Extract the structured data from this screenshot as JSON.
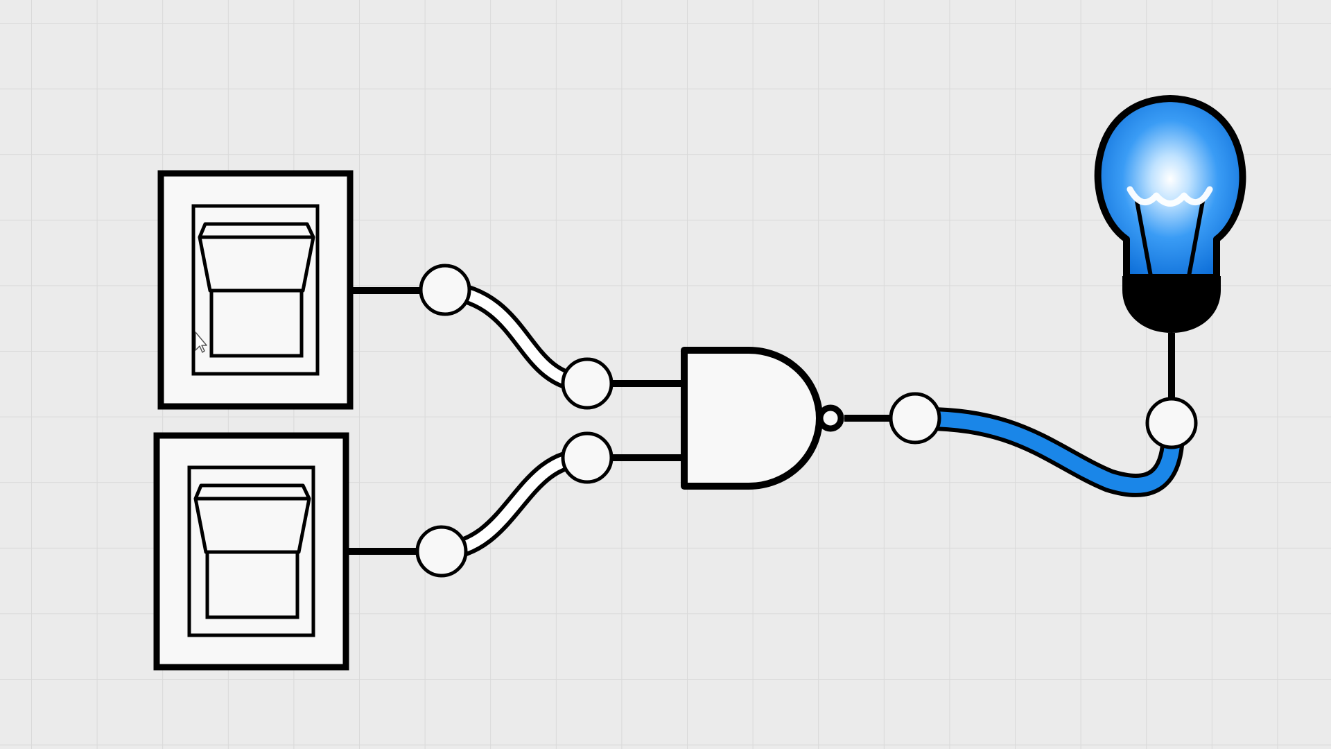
{
  "circuit": {
    "switches": [
      {
        "name": "switch-a",
        "state": "off"
      },
      {
        "name": "switch-b",
        "state": "off"
      }
    ],
    "gate": {
      "type": "NAND"
    },
    "output": {
      "type": "light-bulb",
      "state": "on"
    },
    "wires": [
      {
        "from": "switch-a",
        "to": "gate-input-a",
        "signal": "off"
      },
      {
        "from": "switch-b",
        "to": "gate-input-b",
        "signal": "off"
      },
      {
        "from": "gate-output",
        "to": "light-bulb",
        "signal": "on"
      }
    ]
  },
  "colors": {
    "background": "#ebebeb",
    "grid": "#d8d8d8",
    "stroke": "#000000",
    "component_fill": "#f8f8f8",
    "wire_off": "#ffffff",
    "wire_on": "#1a86e8",
    "bulb_glow_center": "#ffffff",
    "bulb_glow_mid": "#3fa8ff",
    "bulb_glow_edge": "#0c6fd6"
  },
  "icons": {
    "cursor": "arrow-cursor-icon",
    "bulb": "light-bulb-icon"
  }
}
